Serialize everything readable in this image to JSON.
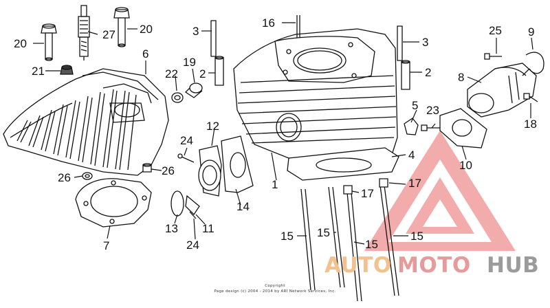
{
  "diagram": {
    "callouts": [
      {
        "id": "c1",
        "label": "1"
      },
      {
        "id": "c2a",
        "label": "2"
      },
      {
        "id": "c2b",
        "label": "2"
      },
      {
        "id": "c3a",
        "label": "3"
      },
      {
        "id": "c3b",
        "label": "3"
      },
      {
        "id": "c4",
        "label": "4"
      },
      {
        "id": "c5",
        "label": "5"
      },
      {
        "id": "c6",
        "label": "6"
      },
      {
        "id": "c7",
        "label": "7"
      },
      {
        "id": "c8",
        "label": "8"
      },
      {
        "id": "c9",
        "label": "9"
      },
      {
        "id": "c10",
        "label": "10"
      },
      {
        "id": "c11",
        "label": "11"
      },
      {
        "id": "c12",
        "label": "12"
      },
      {
        "id": "c13",
        "label": "13"
      },
      {
        "id": "c14",
        "label": "14"
      },
      {
        "id": "c15a",
        "label": "15"
      },
      {
        "id": "c15b",
        "label": "15"
      },
      {
        "id": "c15c",
        "label": "15"
      },
      {
        "id": "c15d",
        "label": "15"
      },
      {
        "id": "c16",
        "label": "16"
      },
      {
        "id": "c17a",
        "label": "17"
      },
      {
        "id": "c17b",
        "label": "17"
      },
      {
        "id": "c18",
        "label": "18"
      },
      {
        "id": "c19",
        "label": "19"
      },
      {
        "id": "c20a",
        "label": "20"
      },
      {
        "id": "c20b",
        "label": "20"
      },
      {
        "id": "c21",
        "label": "21"
      },
      {
        "id": "c22",
        "label": "22"
      },
      {
        "id": "c23",
        "label": "23"
      },
      {
        "id": "c24a",
        "label": "24"
      },
      {
        "id": "c24b",
        "label": "24"
      },
      {
        "id": "c25",
        "label": "25"
      },
      {
        "id": "c26a",
        "label": "26"
      },
      {
        "id": "c26b",
        "label": "26"
      },
      {
        "id": "c27",
        "label": "27"
      }
    ]
  },
  "copyright": {
    "line1": "Copyright",
    "line2": "Page design (c) 2004 - 2014 by ARI Network Services, Inc."
  },
  "watermark": {
    "part1": "AUTO",
    "part2": "MOTO",
    "part3": "HUB",
    "color_triangle": "#e05050",
    "color_auto": "#f2c18e",
    "color_moto": "#e79a9a",
    "color_hub": "#9b9b9b"
  }
}
